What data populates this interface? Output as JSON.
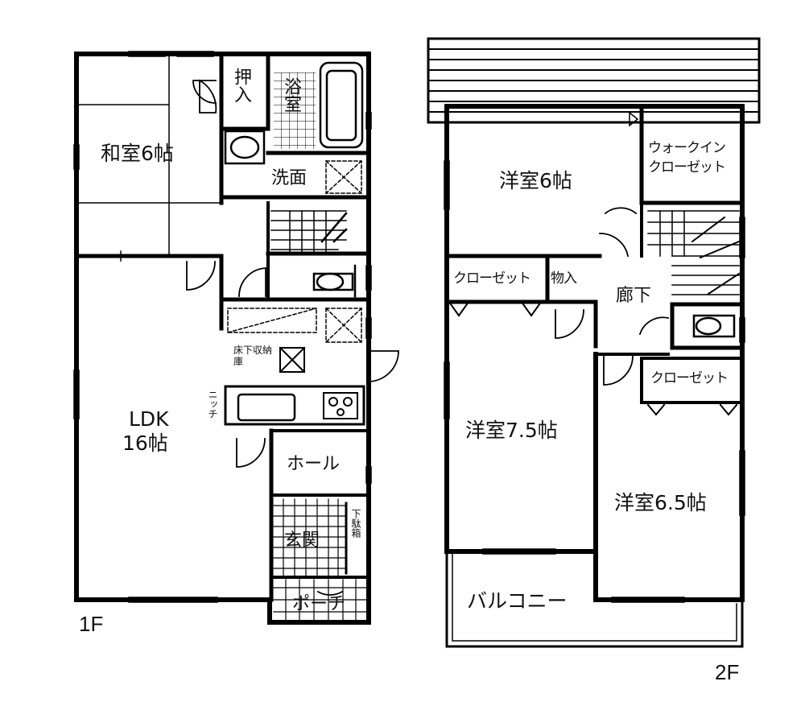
{
  "floor1": {
    "label": "1F",
    "rooms": {
      "washitsu": "和室6帖",
      "oshiire": "押入",
      "yokushitsu": "浴室",
      "senmen": "洗面",
      "ldk_line1": "LDK",
      "ldk_line2": "16帖",
      "yukashita": "床下収納庫",
      "niche": "ニッチ",
      "hall": "ホール",
      "genkan": "玄関",
      "getabako": "下駄箱",
      "porch": "ポーチ"
    }
  },
  "floor2": {
    "label": "2F",
    "rooms": {
      "youshitsu_6": "洋室6帖",
      "wic": "ウォークイン\nクローゼット",
      "closet_a": "クローゼット",
      "monoire": "物入",
      "rouka": "廊下",
      "closet_b": "クローゼット",
      "youshitsu_75": "洋室7.5帖",
      "youshitsu_65": "洋室6.5帖",
      "balcony": "バルコニー"
    }
  }
}
